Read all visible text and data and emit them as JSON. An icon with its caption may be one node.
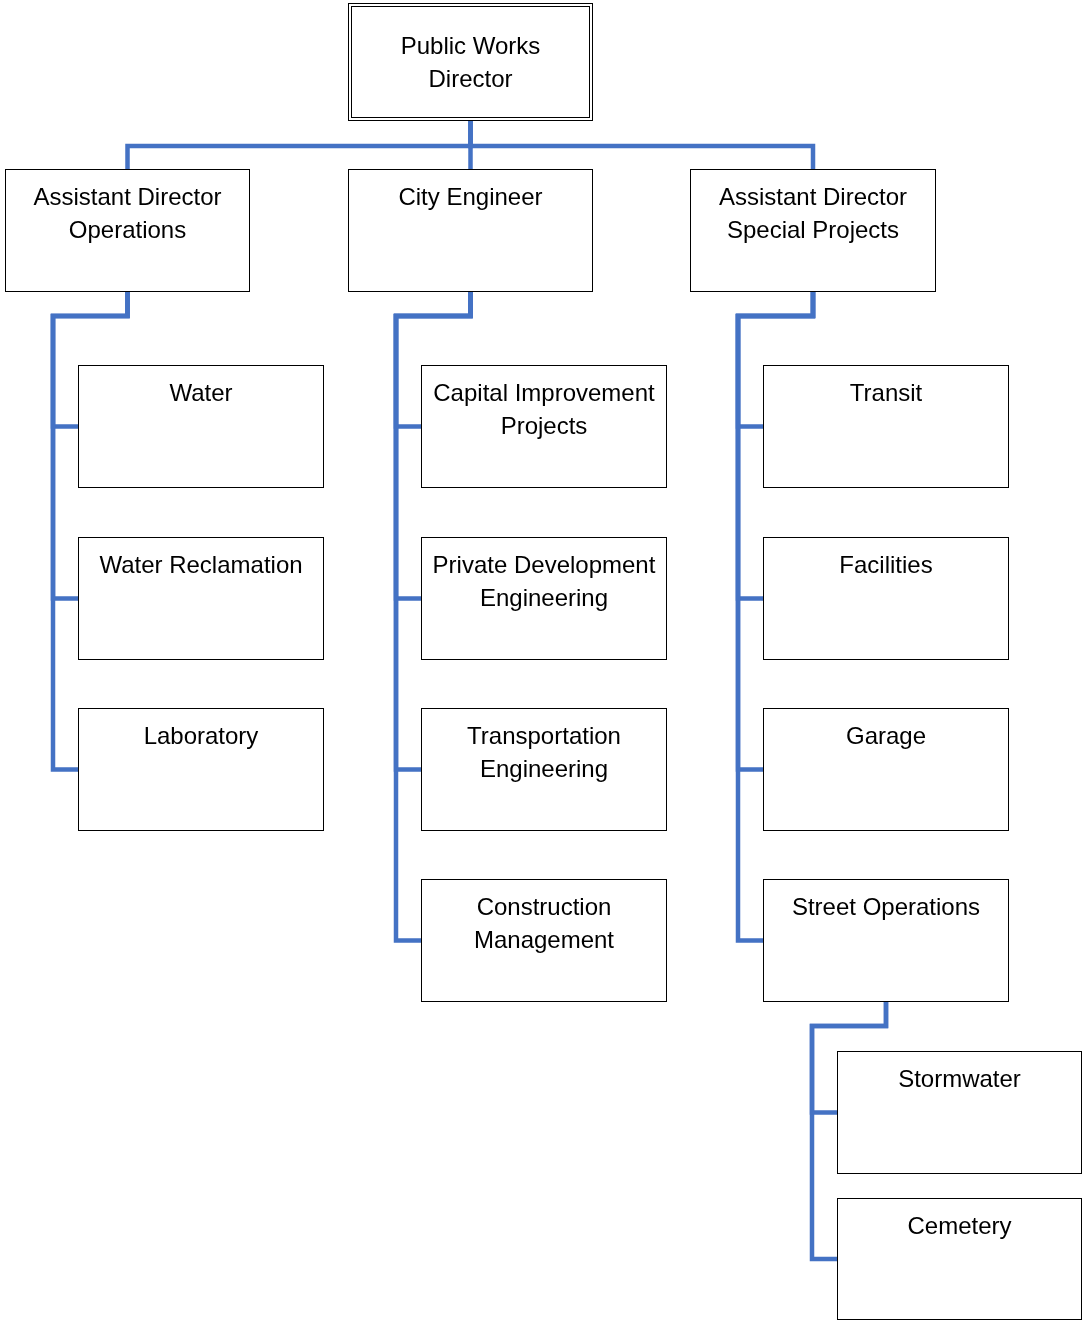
{
  "diagram": {
    "nodes": [
      {
        "text": [
          "Public Works Director"
        ]
      },
      {
        "text": [
          "Assistant Director Operations"
        ]
      },
      {
        "text": [
          "City Engineer"
        ]
      },
      {
        "text": [
          "Assistant Director Special Projects"
        ]
      },
      {
        "text": [
          "Water"
        ]
      },
      {
        "text": [
          "Water Reclamation"
        ]
      },
      {
        "text": [
          "Laboratory"
        ]
      },
      {
        "text": [
          "Capital Improvement Projects"
        ]
      },
      {
        "text": [
          "Private Development Engineering"
        ]
      },
      {
        "text": [
          "Transportation Engineering"
        ]
      },
      {
        "text": [
          "Construction Management"
        ]
      },
      {
        "text": [
          "Transit"
        ]
      },
      {
        "text": [
          "Facilities"
        ]
      },
      {
        "text": [
          "Garage"
        ]
      },
      {
        "text": [
          "Street Operations"
        ]
      },
      {
        "text": [
          "Stormwater"
        ]
      },
      {
        "text": [
          "Cemetery"
        ]
      }
    ],
    "edges": [
      {
        "from": 0,
        "to": 1,
        "arrow": "none"
      },
      {
        "from": 0,
        "to": 2,
        "arrow": "none"
      },
      {
        "from": 0,
        "to": 3,
        "arrow": "none"
      },
      {
        "from": 1,
        "to": 4,
        "arrow": "none"
      },
      {
        "from": 1,
        "to": 5,
        "arrow": "none"
      },
      {
        "from": 1,
        "to": 6,
        "arrow": "none"
      },
      {
        "from": 2,
        "to": 7,
        "arrow": "none"
      },
      {
        "from": 2,
        "to": 8,
        "arrow": "none"
      },
      {
        "from": 2,
        "to": 9,
        "arrow": "none"
      },
      {
        "from": 2,
        "to": 10,
        "arrow": "none"
      },
      {
        "from": 3,
        "to": 11,
        "arrow": "none"
      },
      {
        "from": 3,
        "to": 12,
        "arrow": "none"
      },
      {
        "from": 3,
        "to": 13,
        "arrow": "none"
      },
      {
        "from": 3,
        "to": 14,
        "arrow": "none"
      },
      {
        "from": 14,
        "to": 15,
        "arrow": "none"
      },
      {
        "from": 14,
        "to": 16,
        "arrow": "none"
      }
    ]
  }
}
